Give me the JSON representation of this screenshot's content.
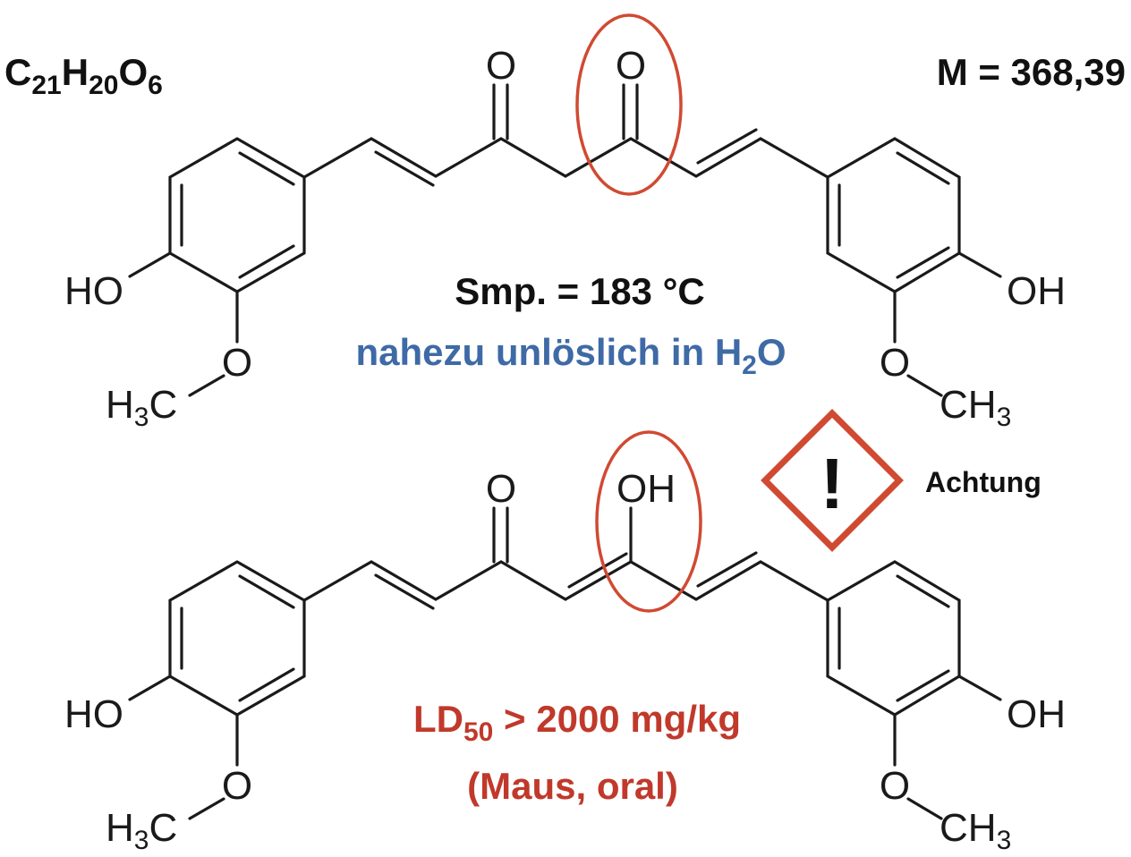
{
  "header": {
    "formula": {
      "c": "C",
      "c_n": "21",
      "h": "H",
      "h_n": "20",
      "o": "O",
      "o_n": "6"
    },
    "molar_mass": "M = 368,39"
  },
  "keto_form": {
    "atoms": {
      "o1": "O",
      "o2": "O",
      "ho": "HO",
      "oh": "OH",
      "o_left": "O",
      "o_right": "O",
      "h3c": "H",
      "h3c_n": "3",
      "h3c_c": "C",
      "ch3": "CH",
      "ch3_n": "3"
    },
    "melting_point": "Smp. = 183 °C",
    "solubility": {
      "text": "nahezu unlöslich in H",
      "sub": "2",
      "end": "O"
    }
  },
  "enol_form": {
    "atoms": {
      "o1": "O",
      "oh_center": "OH",
      "ho": "HO",
      "oh": "OH",
      "o_left": "O",
      "o_right": "O",
      "h3c": "H",
      "h3c_n": "3",
      "h3c_c": "C",
      "ch3": "CH",
      "ch3_n": "3"
    },
    "toxicity": {
      "ld": "LD",
      "ld_sub": "50",
      "value": " > 2000 mg/kg",
      "note": "(Maus, oral)"
    }
  },
  "hazard": {
    "symbol": "!",
    "label": "Achtung",
    "color": "#d04a32"
  },
  "colors": {
    "blue": "#3e6aa6",
    "red": "#c0392b",
    "highlight": "#d04a32"
  }
}
